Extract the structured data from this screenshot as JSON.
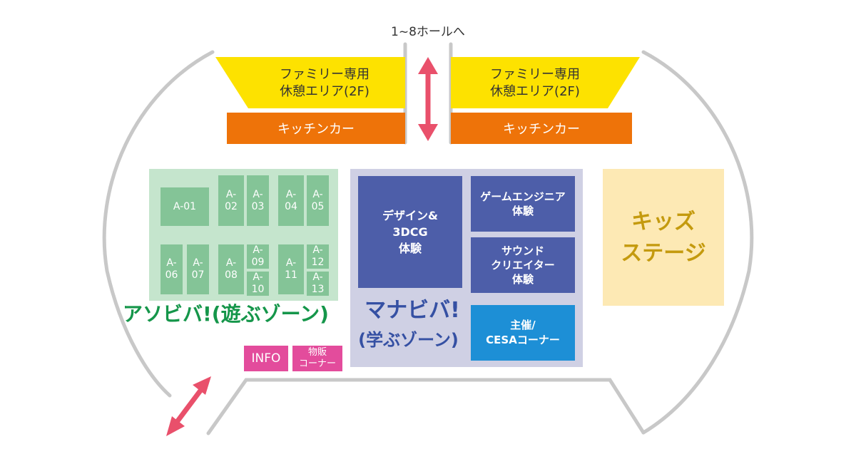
{
  "top_label": "1~8ホールへ",
  "rest_areas": [
    {
      "label": "ファミリー専用\n休憩エリア(2F)"
    },
    {
      "label": "ファミリー専用\n休憩エリア(2F)"
    }
  ],
  "kitchen_cars": [
    {
      "label": "キッチンカー"
    },
    {
      "label": "キッチンカー"
    }
  ],
  "play_zone": {
    "title": "アソビバ!(遊ぶゾーン)",
    "booths": [
      {
        "label": "A-01"
      },
      {
        "label": "A-\n02"
      },
      {
        "label": "A-\n03"
      },
      {
        "label": "A-\n04"
      },
      {
        "label": "A-\n05"
      },
      {
        "label": "A-\n06"
      },
      {
        "label": "A-\n07"
      },
      {
        "label": "A-\n08"
      },
      {
        "label": "A-\n09"
      },
      {
        "label": "A-\n10"
      },
      {
        "label": "A-\n11"
      },
      {
        "label": "A-\n12"
      },
      {
        "label": "A-\n13"
      }
    ]
  },
  "learn_zone": {
    "title": "マナビバ!",
    "subtitle": "(学ぶゾーン)",
    "booths": [
      {
        "label": "デザイン&\n3DCG\n体験"
      },
      {
        "label": "ゲームエンジニア\n体験"
      },
      {
        "label": "サウンド\nクリエイター\n体験"
      },
      {
        "label": "主催/\nCESAコーナー"
      }
    ]
  },
  "kids_stage": {
    "label": "キッズ\nステージ"
  },
  "info": {
    "label": "INFO"
  },
  "merch": {
    "label": "物販\nコーナー"
  },
  "colors": {
    "outline": "#c8c8c8",
    "rest_area": "#fde200",
    "kitchen": "#ee7309",
    "arrow": "#e9506b",
    "play_zone_bg": "#c5e5cd",
    "play_booth": "#84c497",
    "learn_zone_bg": "#cfd0e4",
    "learn_booth": "#4d5ea9",
    "organizer": "#1d8fd6",
    "kids_bg": "#fde9b4",
    "kids_text": "#c49a0e",
    "play_title": "#15964a",
    "learn_title": "#3550a3",
    "info": "#e34c9c"
  },
  "icons": [
    "double-arrow-vertical-icon",
    "double-arrow-diagonal-icon"
  ]
}
